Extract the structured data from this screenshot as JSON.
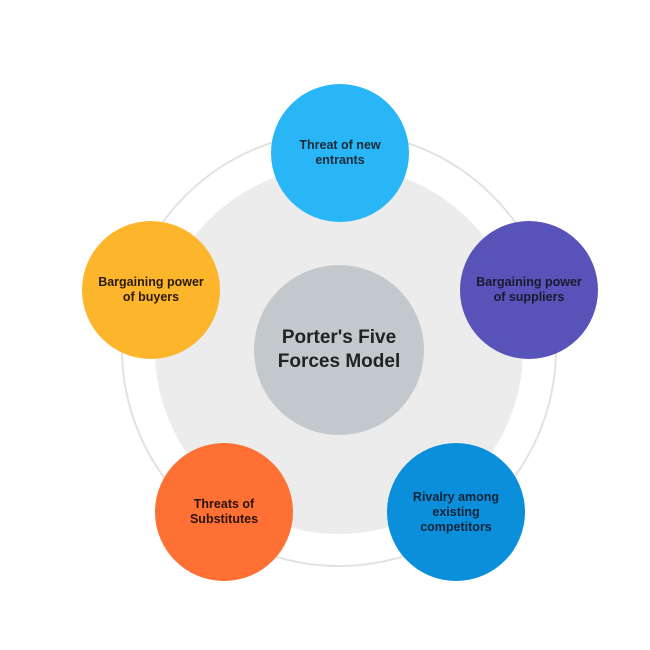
{
  "center": {
    "label": "Porter's Five Forces Model",
    "color": "#c3c8cc"
  },
  "forces": [
    {
      "label": "Threat of new entrants",
      "color": "#29b6f6",
      "text_color": "#1a2a3a"
    },
    {
      "label": "Bargaining power of suppliers",
      "color": "#5753b8",
      "text_color": "#1a1a2e"
    },
    {
      "label": "Rivalry among existing competitors",
      "color": "#0c8fdb",
      "text_color": "#10243a"
    },
    {
      "label": "Threats of Substitutes",
      "color": "#ff7034",
      "text_color": "#2a1408"
    },
    {
      "label": "Bargaining power of buyers",
      "color": "#fdb52b",
      "text_color": "#2a1c04"
    }
  ],
  "ring_color": "#e2e2e2",
  "disc_color": "#ececec"
}
